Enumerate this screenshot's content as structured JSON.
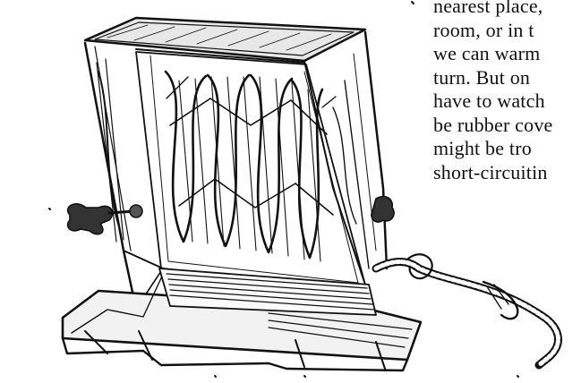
{
  "text_fragment": {
    "lines": [
      "nearest place,",
      "room, or in t",
      "we can warm",
      "turn.  But on",
      "have to watch",
      "be rubber cove",
      "might be tro",
      "short-circuitin"
    ]
  },
  "illustration": {
    "subject": "toaster-icon",
    "ink_color": "#111111",
    "paper_color": "#ffffff"
  }
}
